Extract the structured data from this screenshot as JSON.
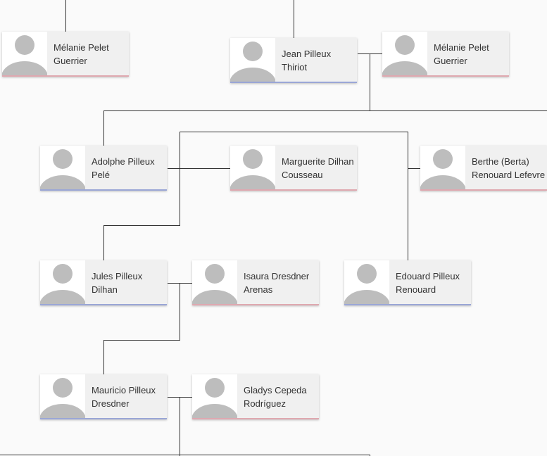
{
  "colors": {
    "card_bg": "#f0f0f0",
    "avatar_bg": "#ffffff",
    "avatar_fill": "#bdbdbd",
    "male_accent": "#9aa6d6",
    "female_accent": "#dfa8b0",
    "line": "#333333",
    "text": "#333333"
  },
  "icons": {
    "avatar": "person-silhouette-icon"
  },
  "people": [
    {
      "id": "melanie-1",
      "first": "Mélanie Pelet",
      "last": "Guerrier",
      "gender": "female"
    },
    {
      "id": "jean",
      "first": "Jean Pilleux",
      "last": "Thiriot",
      "gender": "male"
    },
    {
      "id": "melanie-2",
      "first": "Mélanie Pelet",
      "last": "Guerrier",
      "gender": "female"
    },
    {
      "id": "adolphe",
      "first": "Adolphe Pilleux",
      "last": "Pelé",
      "gender": "male"
    },
    {
      "id": "marguerite",
      "first": "Marguerite Dilhan",
      "last": "Cousseau",
      "gender": "female"
    },
    {
      "id": "berthe",
      "first": "Berthe (Berta)",
      "last": "Renouard Lefevre",
      "gender": "female"
    },
    {
      "id": "jules",
      "first": "Jules Pilleux",
      "last": "Dilhan",
      "gender": "male"
    },
    {
      "id": "isaura",
      "first": "Isaura Dresdner",
      "last": "Arenas",
      "gender": "female"
    },
    {
      "id": "edouard",
      "first": "Edouard Pilleux",
      "last": "Renouard",
      "gender": "male"
    },
    {
      "id": "mauricio",
      "first": "Mauricio Pilleux",
      "last": "Dresdner",
      "gender": "male"
    },
    {
      "id": "gladys",
      "first": "Gladys Cepeda",
      "last": "Rodríguez",
      "gender": "female"
    }
  ]
}
